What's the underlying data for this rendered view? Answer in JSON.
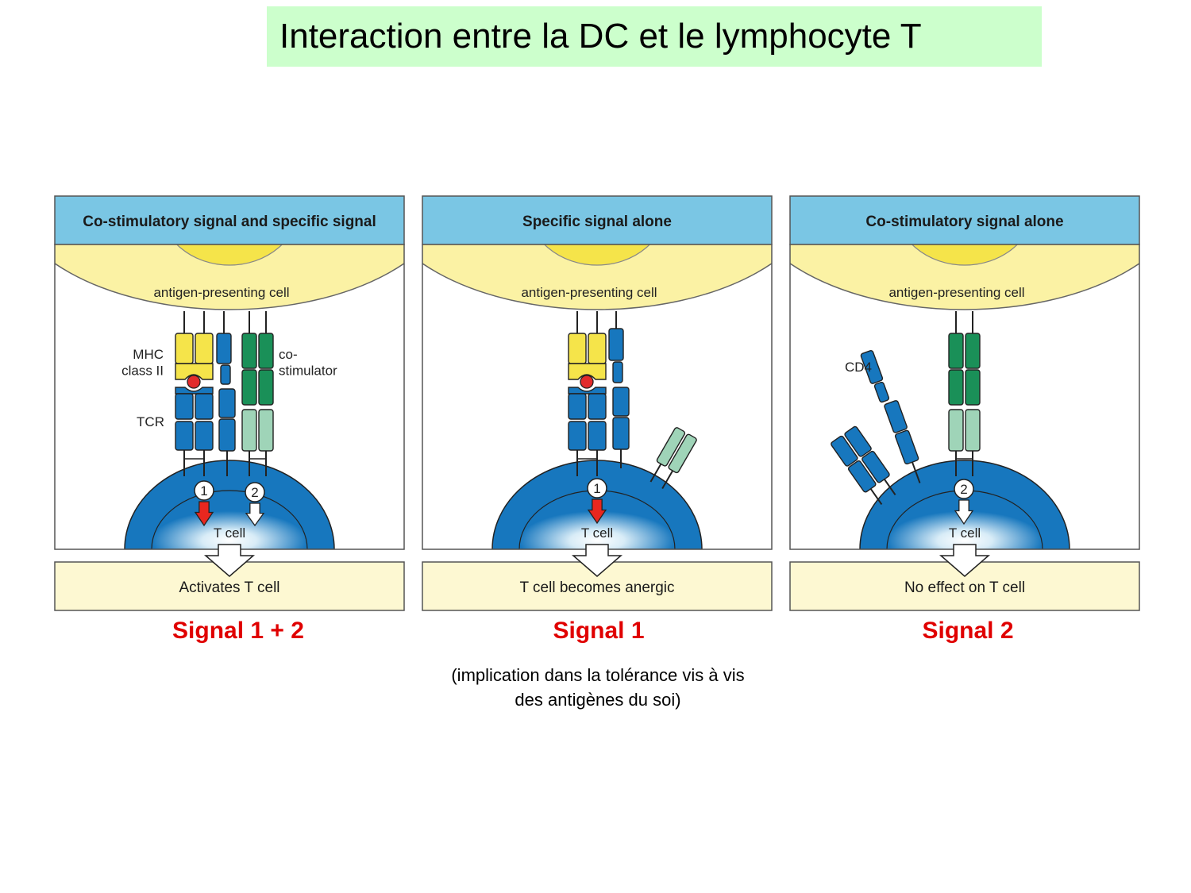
{
  "slide": {
    "title": "Interaction entre la DC et le lymphocyte T"
  },
  "panels": [
    {
      "header": "Co-stimulatory signal and specific signal",
      "apc_label": "antigen-presenting cell",
      "mhc_label": "MHC\nclass II",
      "costim_label": "co-\nstimulator",
      "tcr_label": "TCR",
      "signals": [
        "1",
        "2"
      ],
      "t_cell_label": "T cell",
      "outcome": "Activates T cell",
      "signal_label": "Signal 1 + 2"
    },
    {
      "header": "Specific signal alone",
      "apc_label": "antigen-presenting cell",
      "signals": [
        "1"
      ],
      "t_cell_label": "T cell",
      "outcome": "T cell becomes anergic",
      "signal_label": "Signal 1"
    },
    {
      "header": "Co-stimulatory signal alone",
      "apc_label": "antigen-presenting cell",
      "cd4_label": "CD4",
      "signals": [
        "2"
      ],
      "t_cell_label": "T cell",
      "outcome": "No effect on T cell",
      "signal_label": "Signal 2"
    }
  ],
  "note": [
    "(implication dans la tolérance vis à vis",
    "des antigènes du soi)"
  ],
  "colors": {
    "header_bg": "#7ac6e4",
    "apc_yellow": "#fbf2a4",
    "mhc_yellow": "#f5e44a",
    "tcell_blue": "#1777be",
    "costim_green": "#1a9058",
    "pale_green": "#9fd4b8",
    "signal1_red": "#e8271f",
    "outcome_bg": "#fdf8d2",
    "signal_text": "#e00000",
    "title_bg": "#ccffcc"
  }
}
